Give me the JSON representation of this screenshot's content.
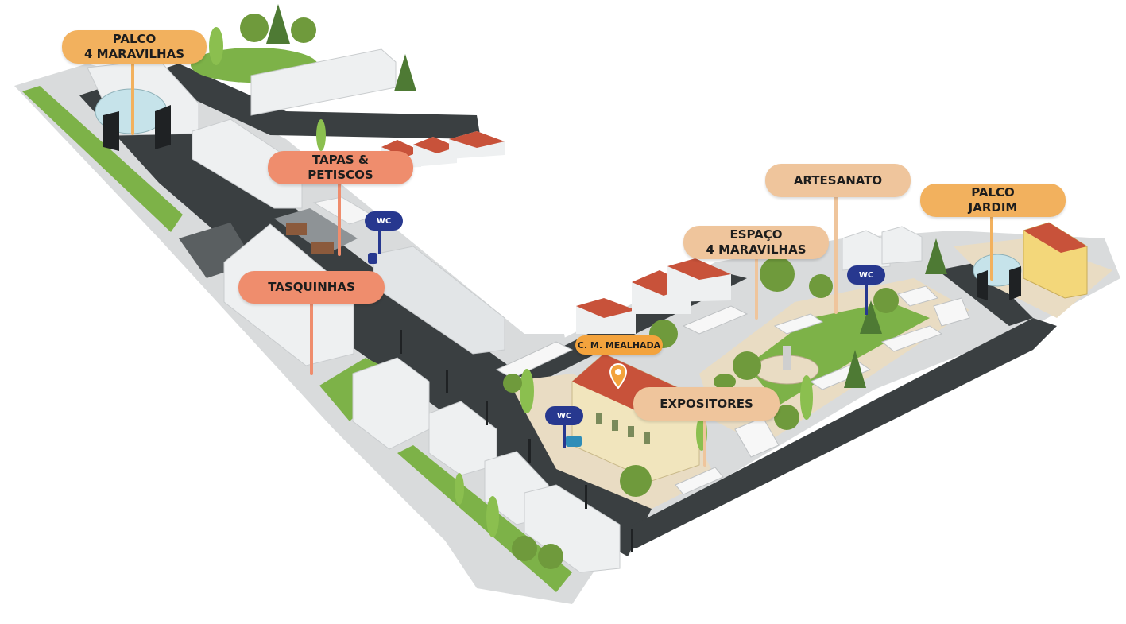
{
  "colors": {
    "label_orange": "#f2b15e",
    "label_salmon": "#ef8d6d",
    "label_peach": "#efc59c",
    "label_cm": "#f3a33d",
    "wc_blue": "#27388f",
    "road": "#3a3f41",
    "pavement": "#d9dbdc",
    "grass": "#7db248",
    "building": "#eef0f1",
    "roof": "#c8523a",
    "tree": "#6f9a3c",
    "plaza": "#e9dcc3"
  },
  "labels": {
    "palco_4_maravilhas": "PALCO\n4 MARAVILHAS",
    "tapas_petiscos": "TAPAS &\nPETISCOS",
    "tasquinhas": "TASQUINHAS",
    "artesanato": "ARTESANATO",
    "espaco_4_maravilhas": "ESPAÇO\n4 MARAVILHAS",
    "palco_jardim": "PALCO\nJARDIM",
    "cm_mealhada": "C. M. MEALHADA",
    "expositores": "EXPOSITORES"
  },
  "wc": {
    "label": "WC"
  },
  "icons": {
    "location_pin": "map-pin-icon",
    "wc_person": "person-icon"
  }
}
